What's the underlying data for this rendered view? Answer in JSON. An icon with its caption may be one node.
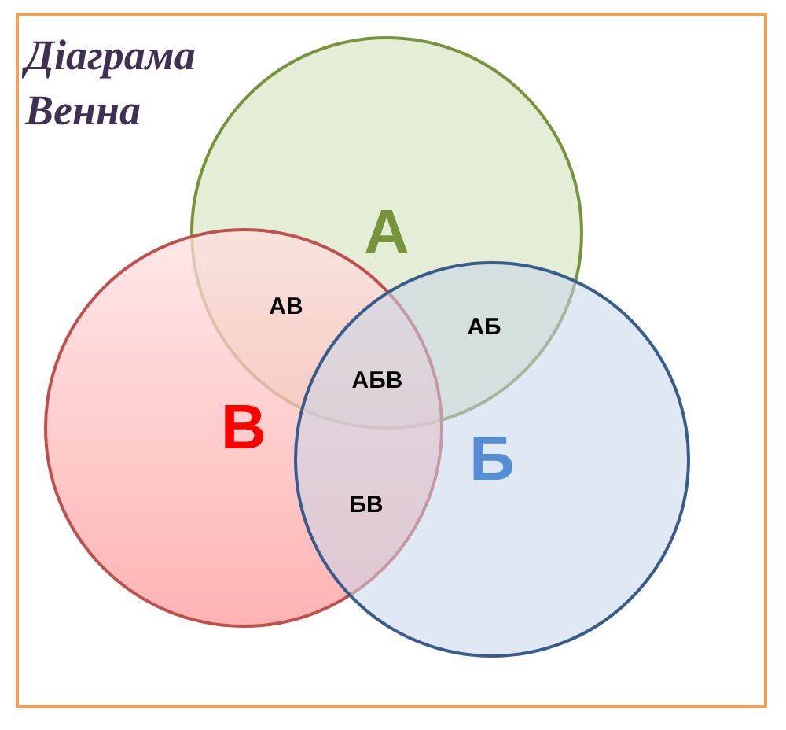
{
  "diagram": {
    "title": "Діаграма Венна",
    "nodes": [
      {
        "text": [
          "А"
        ]
      },
      {
        "text": [
          "В"
        ]
      },
      {
        "text": [
          "Б"
        ]
      }
    ],
    "labels": [
      "АВ",
      "АБ",
      "АБВ",
      "БВ"
    ]
  }
}
